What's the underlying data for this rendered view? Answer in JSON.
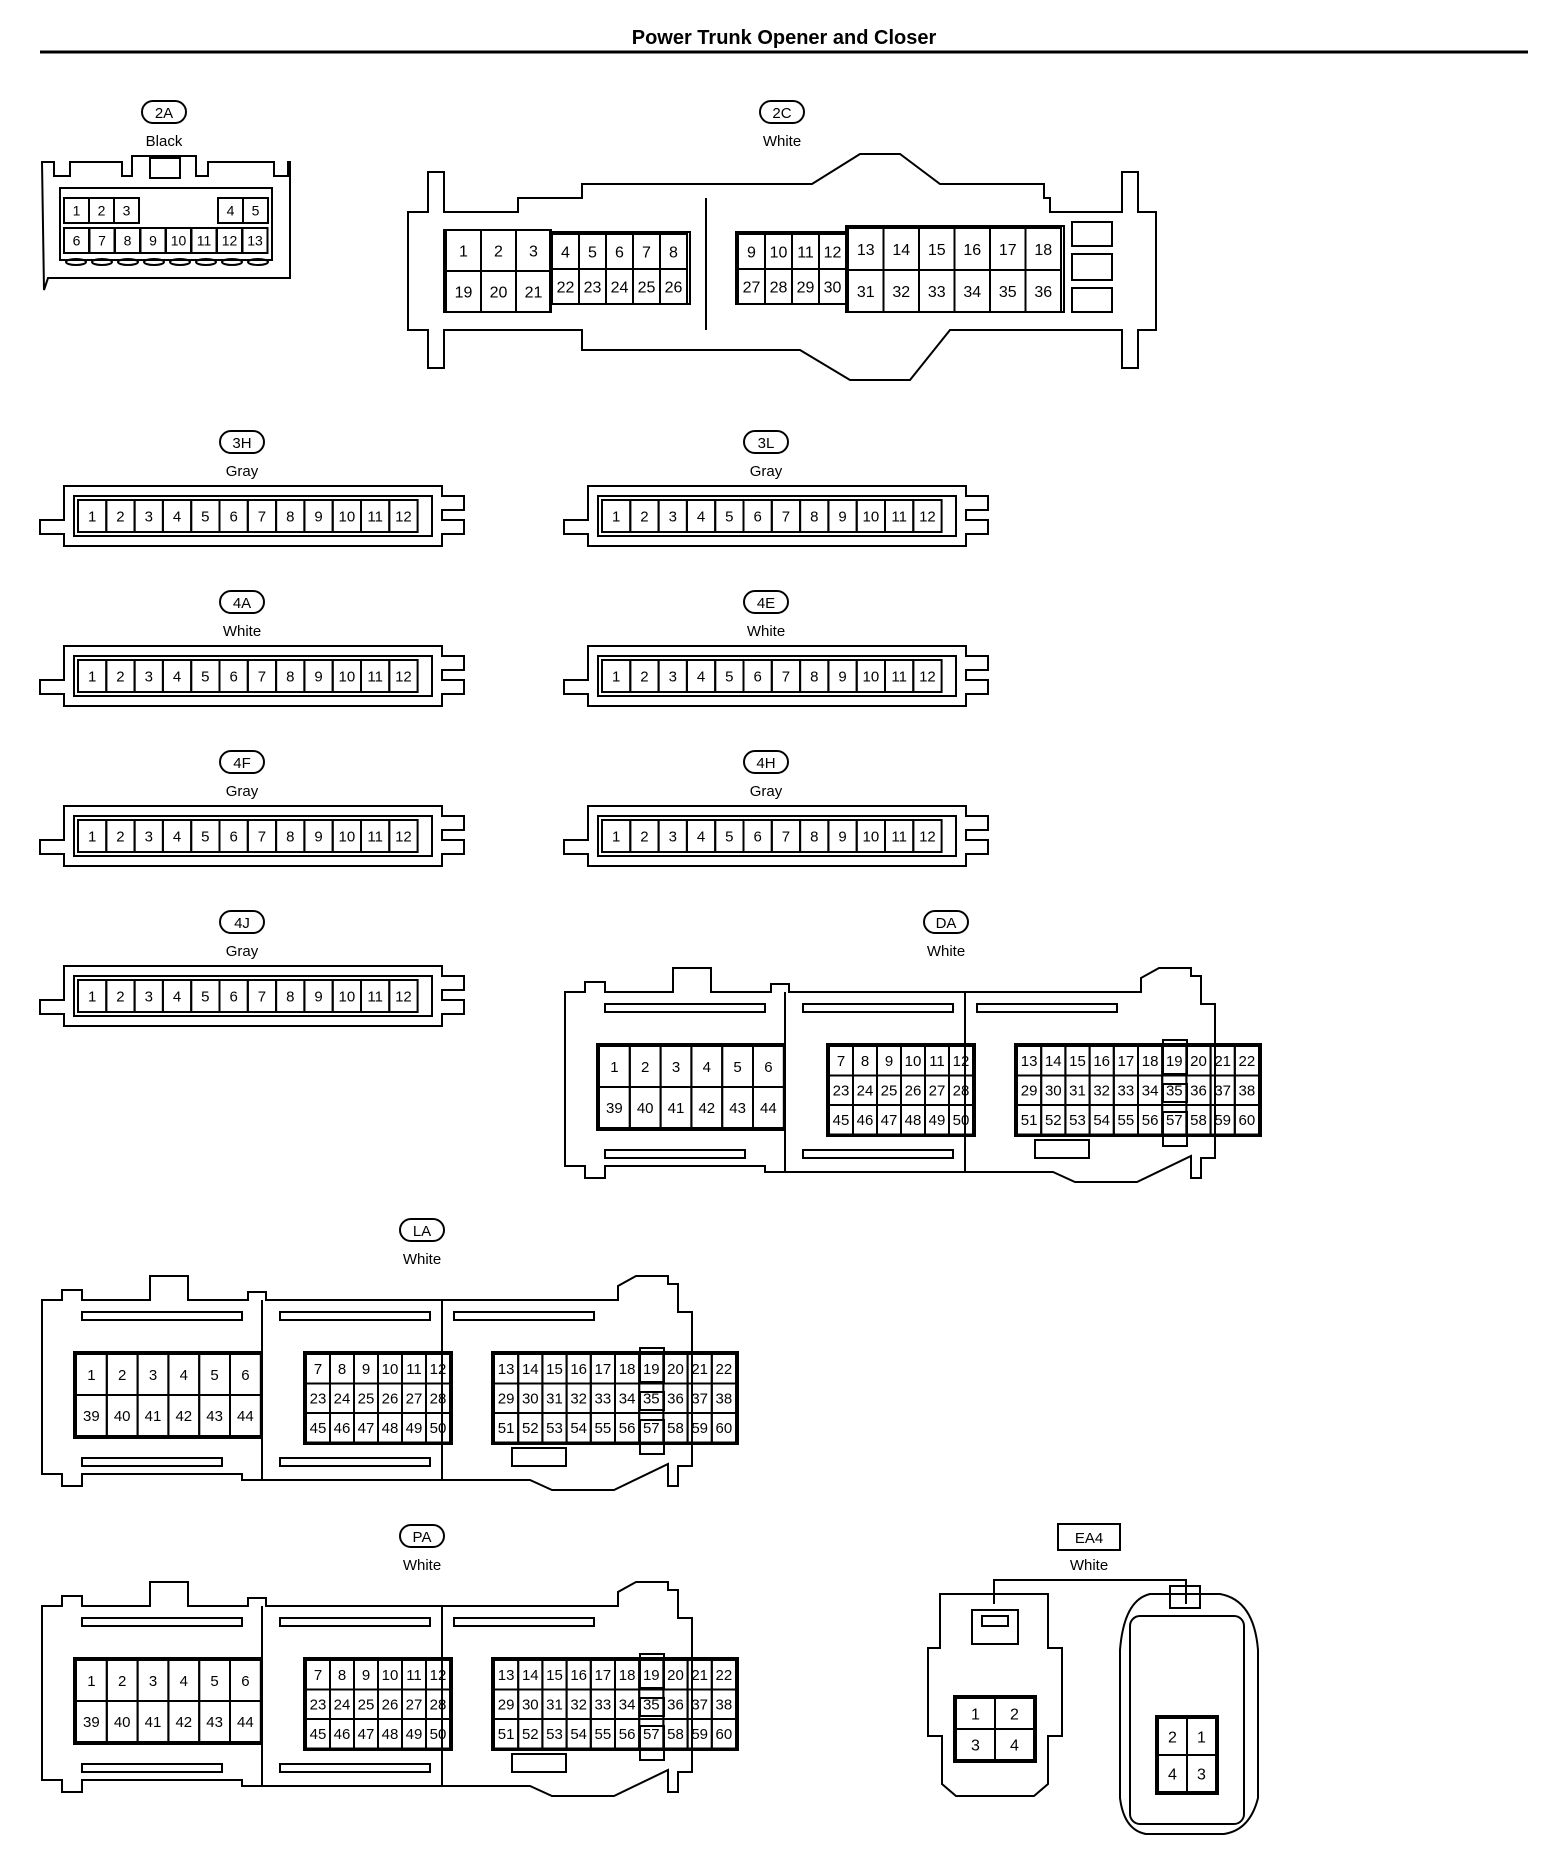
{
  "title": "Power Trunk Opener and Closer",
  "connectors": {
    "c2A": {
      "code": "2A",
      "color": "Black",
      "rows": [
        [
          "1",
          "2",
          "3",
          "",
          "4",
          "5"
        ],
        [
          "6",
          "7",
          "8",
          "9",
          "10",
          "11",
          "12",
          "13"
        ]
      ]
    },
    "c2C": {
      "code": "2C",
      "color": "White",
      "blocks": [
        {
          "rows": [
            [
              "1",
              "2",
              "3"
            ],
            [
              "19",
              "20",
              "21"
            ]
          ]
        },
        {
          "rows": [
            [
              "4",
              "5",
              "6",
              "7",
              "8"
            ],
            [
              "22",
              "23",
              "24",
              "25",
              "26"
            ]
          ]
        },
        {
          "rows": [
            [
              "9",
              "10",
              "11",
              "12"
            ],
            [
              "27",
              "28",
              "29",
              "30"
            ]
          ]
        },
        {
          "rows": [
            [
              "13",
              "14",
              "15",
              "16",
              "17",
              "18"
            ],
            [
              "31",
              "32",
              "33",
              "34",
              "35",
              "36"
            ]
          ]
        }
      ]
    },
    "c3H": {
      "code": "3H",
      "color": "Gray",
      "pins": [
        "1",
        "2",
        "3",
        "4",
        "5",
        "6",
        "7",
        "8",
        "9",
        "10",
        "11",
        "12"
      ]
    },
    "c3L": {
      "code": "3L",
      "color": "Gray",
      "pins": [
        "1",
        "2",
        "3",
        "4",
        "5",
        "6",
        "7",
        "8",
        "9",
        "10",
        "11",
        "12"
      ]
    },
    "c4A": {
      "code": "4A",
      "color": "White",
      "pins": [
        "1",
        "2",
        "3",
        "4",
        "5",
        "6",
        "7",
        "8",
        "9",
        "10",
        "11",
        "12"
      ]
    },
    "c4E": {
      "code": "4E",
      "color": "White",
      "pins": [
        "1",
        "2",
        "3",
        "4",
        "5",
        "6",
        "7",
        "8",
        "9",
        "10",
        "11",
        "12"
      ]
    },
    "c4F": {
      "code": "4F",
      "color": "Gray",
      "pins": [
        "1",
        "2",
        "3",
        "4",
        "5",
        "6",
        "7",
        "8",
        "9",
        "10",
        "11",
        "12"
      ]
    },
    "c4H": {
      "code": "4H",
      "color": "Gray",
      "pins": [
        "1",
        "2",
        "3",
        "4",
        "5",
        "6",
        "7",
        "8",
        "9",
        "10",
        "11",
        "12"
      ]
    },
    "c4J": {
      "code": "4J",
      "color": "Gray",
      "pins": [
        "1",
        "2",
        "3",
        "4",
        "5",
        "6",
        "7",
        "8",
        "9",
        "10",
        "11",
        "12"
      ]
    },
    "cDA": {
      "code": "DA",
      "color": "White",
      "blocks": [
        {
          "rows": [
            [
              "1",
              "2",
              "3",
              "4",
              "5",
              "6"
            ],
            [
              "39",
              "40",
              "41",
              "42",
              "43",
              "44"
            ]
          ]
        },
        {
          "rows": [
            [
              "7",
              "8",
              "9",
              "10",
              "11",
              "12"
            ],
            [
              "23",
              "24",
              "25",
              "26",
              "27",
              "28"
            ],
            [
              "45",
              "46",
              "47",
              "48",
              "49",
              "50"
            ]
          ]
        },
        {
          "rows": [
            [
              "13",
              "14",
              "15",
              "16",
              "17",
              "18",
              "19",
              "20",
              "21",
              "22"
            ],
            [
              "29",
              "30",
              "31",
              "32",
              "33",
              "34",
              "35",
              "36",
              "37",
              "38"
            ],
            [
              "51",
              "52",
              "53",
              "54",
              "55",
              "56",
              "57",
              "58",
              "59",
              "60"
            ]
          ]
        }
      ]
    },
    "cLA": {
      "code": "LA",
      "color": "White",
      "blocks": [
        {
          "rows": [
            [
              "1",
              "2",
              "3",
              "4",
              "5",
              "6"
            ],
            [
              "39",
              "40",
              "41",
              "42",
              "43",
              "44"
            ]
          ]
        },
        {
          "rows": [
            [
              "7",
              "8",
              "9",
              "10",
              "11",
              "12"
            ],
            [
              "23",
              "24",
              "25",
              "26",
              "27",
              "28"
            ],
            [
              "45",
              "46",
              "47",
              "48",
              "49",
              "50"
            ]
          ]
        },
        {
          "rows": [
            [
              "13",
              "14",
              "15",
              "16",
              "17",
              "18",
              "19",
              "20",
              "21",
              "22"
            ],
            [
              "29",
              "30",
              "31",
              "32",
              "33",
              "34",
              "35",
              "36",
              "37",
              "38"
            ],
            [
              "51",
              "52",
              "53",
              "54",
              "55",
              "56",
              "57",
              "58",
              "59",
              "60"
            ]
          ]
        }
      ]
    },
    "cPA": {
      "code": "PA",
      "color": "White",
      "blocks": [
        {
          "rows": [
            [
              "1",
              "2",
              "3",
              "4",
              "5",
              "6"
            ],
            [
              "39",
              "40",
              "41",
              "42",
              "43",
              "44"
            ]
          ]
        },
        {
          "rows": [
            [
              "7",
              "8",
              "9",
              "10",
              "11",
              "12"
            ],
            [
              "23",
              "24",
              "25",
              "26",
              "27",
              "28"
            ],
            [
              "45",
              "46",
              "47",
              "48",
              "49",
              "50"
            ]
          ]
        },
        {
          "rows": [
            [
              "13",
              "14",
              "15",
              "16",
              "17",
              "18",
              "19",
              "20",
              "21",
              "22"
            ],
            [
              "29",
              "30",
              "31",
              "32",
              "33",
              "34",
              "35",
              "36",
              "37",
              "38"
            ],
            [
              "51",
              "52",
              "53",
              "54",
              "55",
              "56",
              "57",
              "58",
              "59",
              "60"
            ]
          ]
        }
      ]
    },
    "cEA4": {
      "code": "EA4",
      "color": "White",
      "male": [
        [
          "1",
          "2"
        ],
        [
          "3",
          "4"
        ]
      ],
      "female": [
        [
          "2",
          "1"
        ],
        [
          "4",
          "3"
        ]
      ]
    }
  }
}
